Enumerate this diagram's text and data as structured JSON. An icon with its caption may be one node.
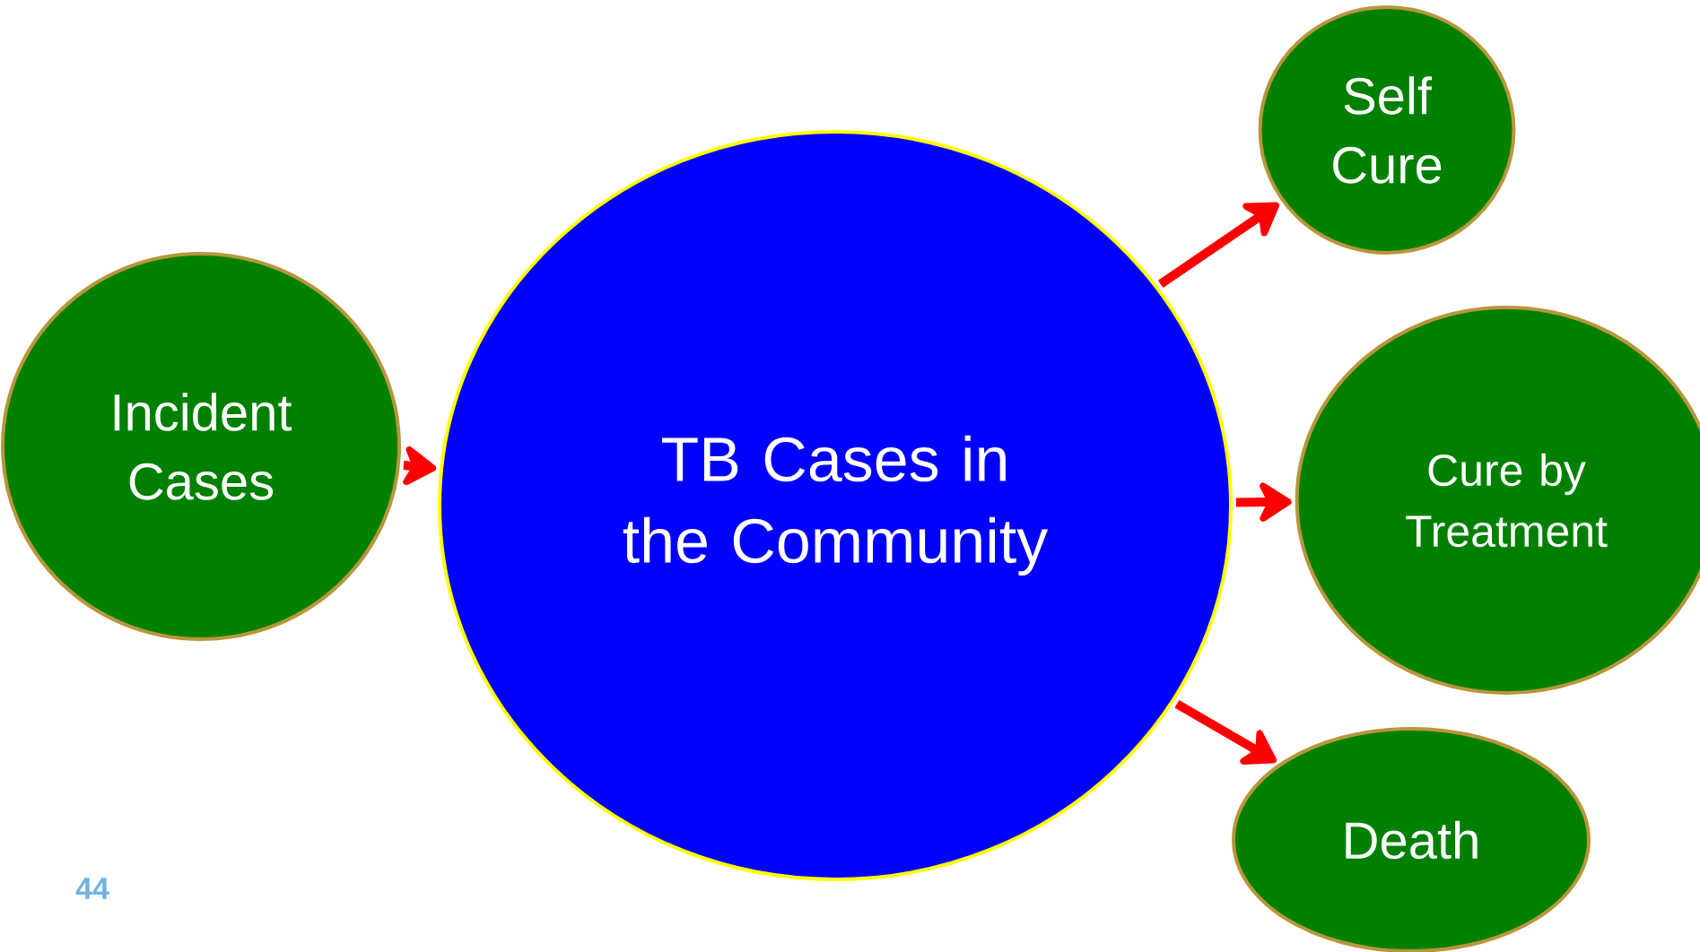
{
  "diagram": {
    "nodes": [
      {
        "text": [
          "Incident Cases"
        ]
      },
      {
        "text": [
          "TB Cases in the Community"
        ]
      },
      {
        "text": [
          "Self Cure"
        ]
      },
      {
        "text": [
          "Cure by Treatment"
        ]
      },
      {
        "text": [
          "Death"
        ]
      }
    ],
    "edges": [
      {
        "from": 0,
        "to": 1,
        "arrow": "to"
      },
      {
        "from": 1,
        "to": 2,
        "arrow": "to"
      },
      {
        "from": 1,
        "to": 3,
        "arrow": "to"
      },
      {
        "from": 1,
        "to": 4,
        "arrow": "to"
      }
    ],
    "labels": [
      "44"
    ]
  }
}
